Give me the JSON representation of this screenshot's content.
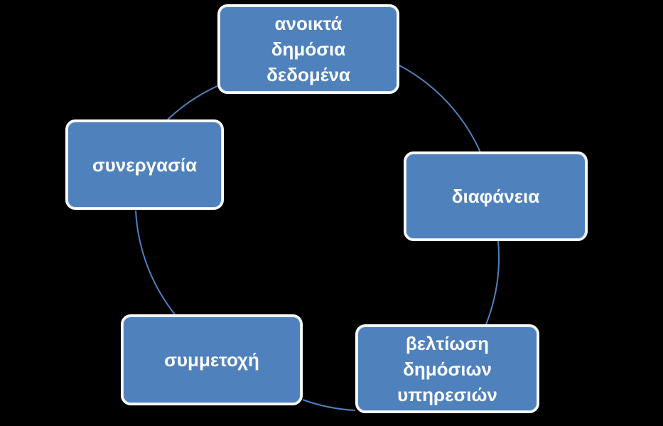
{
  "diagram": {
    "nodes": [
      {
        "id": "open-data",
        "label_lines": [
          "ανοικτά",
          "δημόσια",
          "δεδομένα"
        ]
      },
      {
        "id": "transparency",
        "label_lines": [
          "διαφάνεια"
        ]
      },
      {
        "id": "services",
        "label_lines": [
          "βελτίωση",
          "δημόσιων",
          "υπηρεσιών"
        ]
      },
      {
        "id": "participation",
        "label_lines": [
          "συμμετοχή"
        ]
      },
      {
        "id": "collaboration",
        "label_lines": [
          "συνεργασία"
        ]
      }
    ],
    "colors": {
      "background": "#000000",
      "box_fill": "#4f81bd",
      "box_border": "#ffffff",
      "connector": "#4f81bd",
      "text": "#ffffff"
    }
  }
}
